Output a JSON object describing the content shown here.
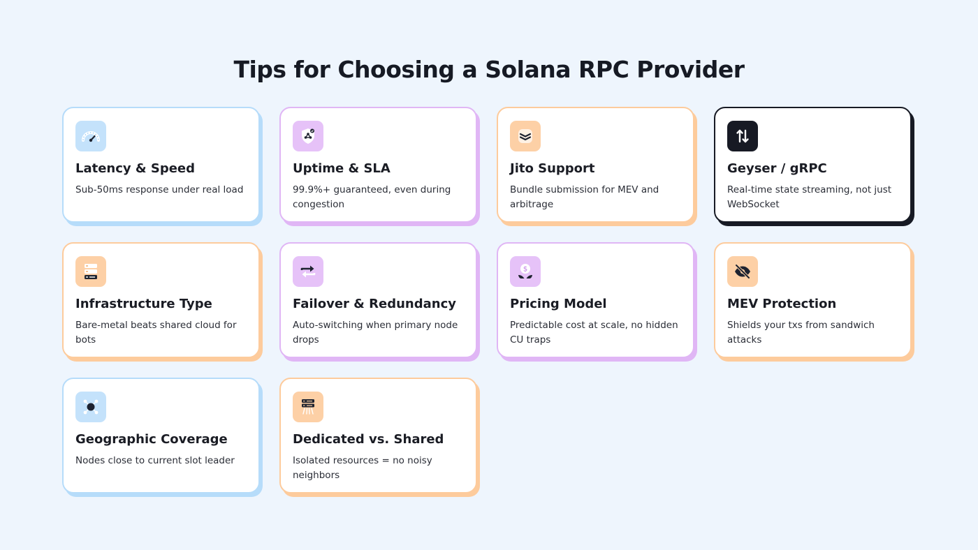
{
  "page": {
    "title": "Tips for Choosing a Solana RPC Provider"
  },
  "cards": [
    {
      "title": "Latency & Speed",
      "desc": "Sub-50ms response under real load",
      "icon": "speedometer-icon",
      "accent": "#b6dcfa"
    },
    {
      "title": "Uptime & SLA",
      "desc": "99.9%+ guaranteed, even during congestion",
      "icon": "shield-network-icon",
      "accent": "#e0b6f5"
    },
    {
      "title": "Jito Support",
      "desc": "Bundle submission for MEV and arbitrage",
      "icon": "layers-icon",
      "accent": "#fdcb9c"
    },
    {
      "title": "Geyser / gRPC",
      "desc": "Real-time state streaming, not just WebSocket",
      "icon": "up-down-arrows-icon",
      "accent": "#171a24"
    },
    {
      "title": "Infrastructure Type",
      "desc": "Bare-metal beats shared cloud for bots",
      "icon": "server-rack-icon",
      "accent": "#fdcb9c"
    },
    {
      "title": "Failover & Redundancy",
      "desc": "Auto-switching when primary node drops",
      "icon": "swap-arrows-icon",
      "accent": "#e0b6f5"
    },
    {
      "title": "Pricing Model",
      "desc": "Predictable cost at scale, no hidden CU traps",
      "icon": "coin-hands-icon",
      "accent": "#e0b6f5"
    },
    {
      "title": "MEV Protection",
      "desc": "Shields your txs from sandwich attacks",
      "icon": "eye-off-icon",
      "accent": "#fdcb9c"
    },
    {
      "title": "Geographic Coverage",
      "desc": "Nodes close to current slot leader",
      "icon": "network-node-icon",
      "accent": "#b6dcfa"
    },
    {
      "title": "Dedicated vs. Shared",
      "desc": "Isolated resources = no noisy neighbors",
      "icon": "dedicated-server-icon",
      "accent": "#fdcb9c"
    }
  ]
}
